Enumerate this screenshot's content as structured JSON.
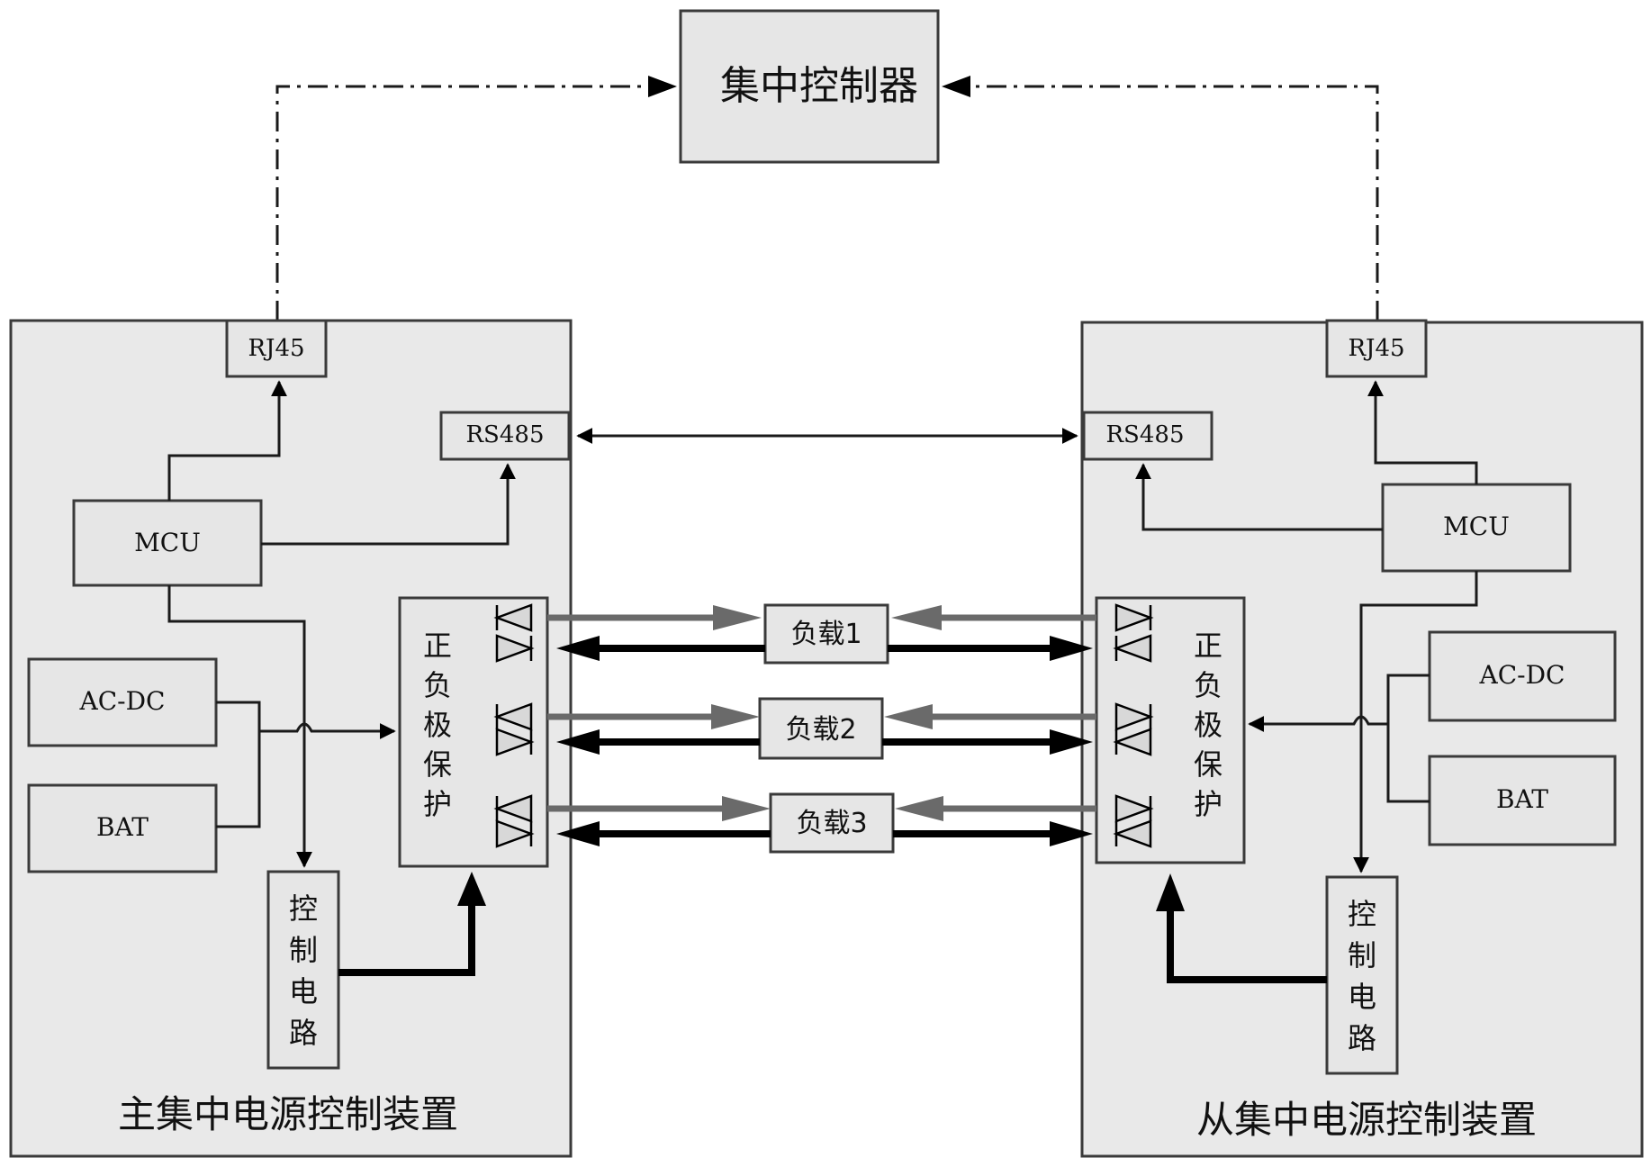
{
  "central_controller": {
    "label": "集中控制器"
  },
  "master": {
    "title": "主集中电源控制装置",
    "rj45": "RJ45",
    "rs485": "RS485",
    "mcu": "MCU",
    "acdc": "AC-DC",
    "bat": "BAT",
    "protection": [
      "正",
      "负",
      "极",
      "保",
      "护"
    ],
    "control_circuit": [
      "控",
      "制",
      "电",
      "路"
    ]
  },
  "slave": {
    "title": "从集中电源控制装置",
    "rj45": "RJ45",
    "rs485": "RS485",
    "mcu": "MCU",
    "acdc": "AC-DC",
    "bat": "BAT",
    "protection": [
      "正",
      "负",
      "极",
      "保",
      "护"
    ],
    "control_circuit": [
      "控",
      "制",
      "电",
      "路"
    ]
  },
  "loads": [
    "负载1",
    "负载2",
    "负载3"
  ]
}
